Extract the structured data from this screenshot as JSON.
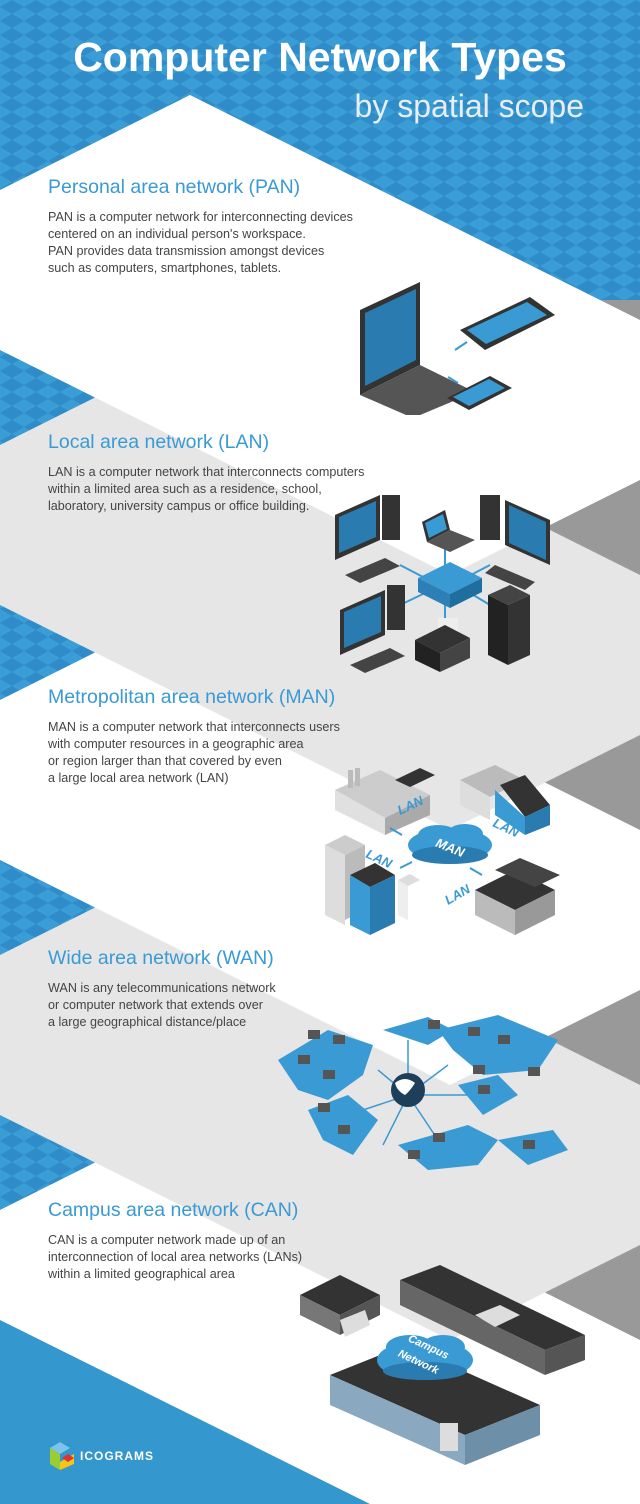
{
  "header": {
    "title": "Computer Network Types",
    "subtitle": "by spatial scope"
  },
  "sections": [
    {
      "heading": "Personal area network (PAN)",
      "lines": [
        "PAN is a computer network for interconnecting devices",
        "centered on an individual person's workspace.",
        "PAN provides data transmission amongst devices",
        "such as computers, smartphones, tablets."
      ]
    },
    {
      "heading": "Local area network (LAN)",
      "lines": [
        "LAN is a computer network that interconnects computers",
        "within a limited area such as a residence, school,",
        "laboratory, university campus or office building."
      ]
    },
    {
      "heading": "Metropolitan area network (MAN)",
      "lines": [
        "MAN is a computer network that interconnects users",
        "with computer resources in a geographic area",
        "or region larger than that covered by even",
        "a large local area network (LAN)"
      ]
    },
    {
      "heading": "Wide area network (WAN)",
      "lines": [
        "WAN is any telecommunications network",
        "or computer network that extends over",
        "a large geographical distance/place"
      ]
    },
    {
      "heading": "Campus area network (CAN)",
      "lines": [
        "CAN is a computer network made up of an",
        "interconnection of local area networks (LANs)",
        "within a limited geographical area"
      ]
    }
  ],
  "man_diagram": {
    "center": "MAN",
    "links": [
      "LAN",
      "LAN",
      "LAN",
      "LAN"
    ]
  },
  "can_diagram": {
    "cloud_line1": "Campus",
    "cloud_line2": "Network"
  },
  "footer": {
    "brand": "ICOGRAMS"
  },
  "colors": {
    "accent": "#3a9ad4",
    "blue_bg": "#3497cd",
    "plane_white": "#ffffff",
    "plane_gray": "#e6e6e6",
    "side_gray": "#999999"
  }
}
